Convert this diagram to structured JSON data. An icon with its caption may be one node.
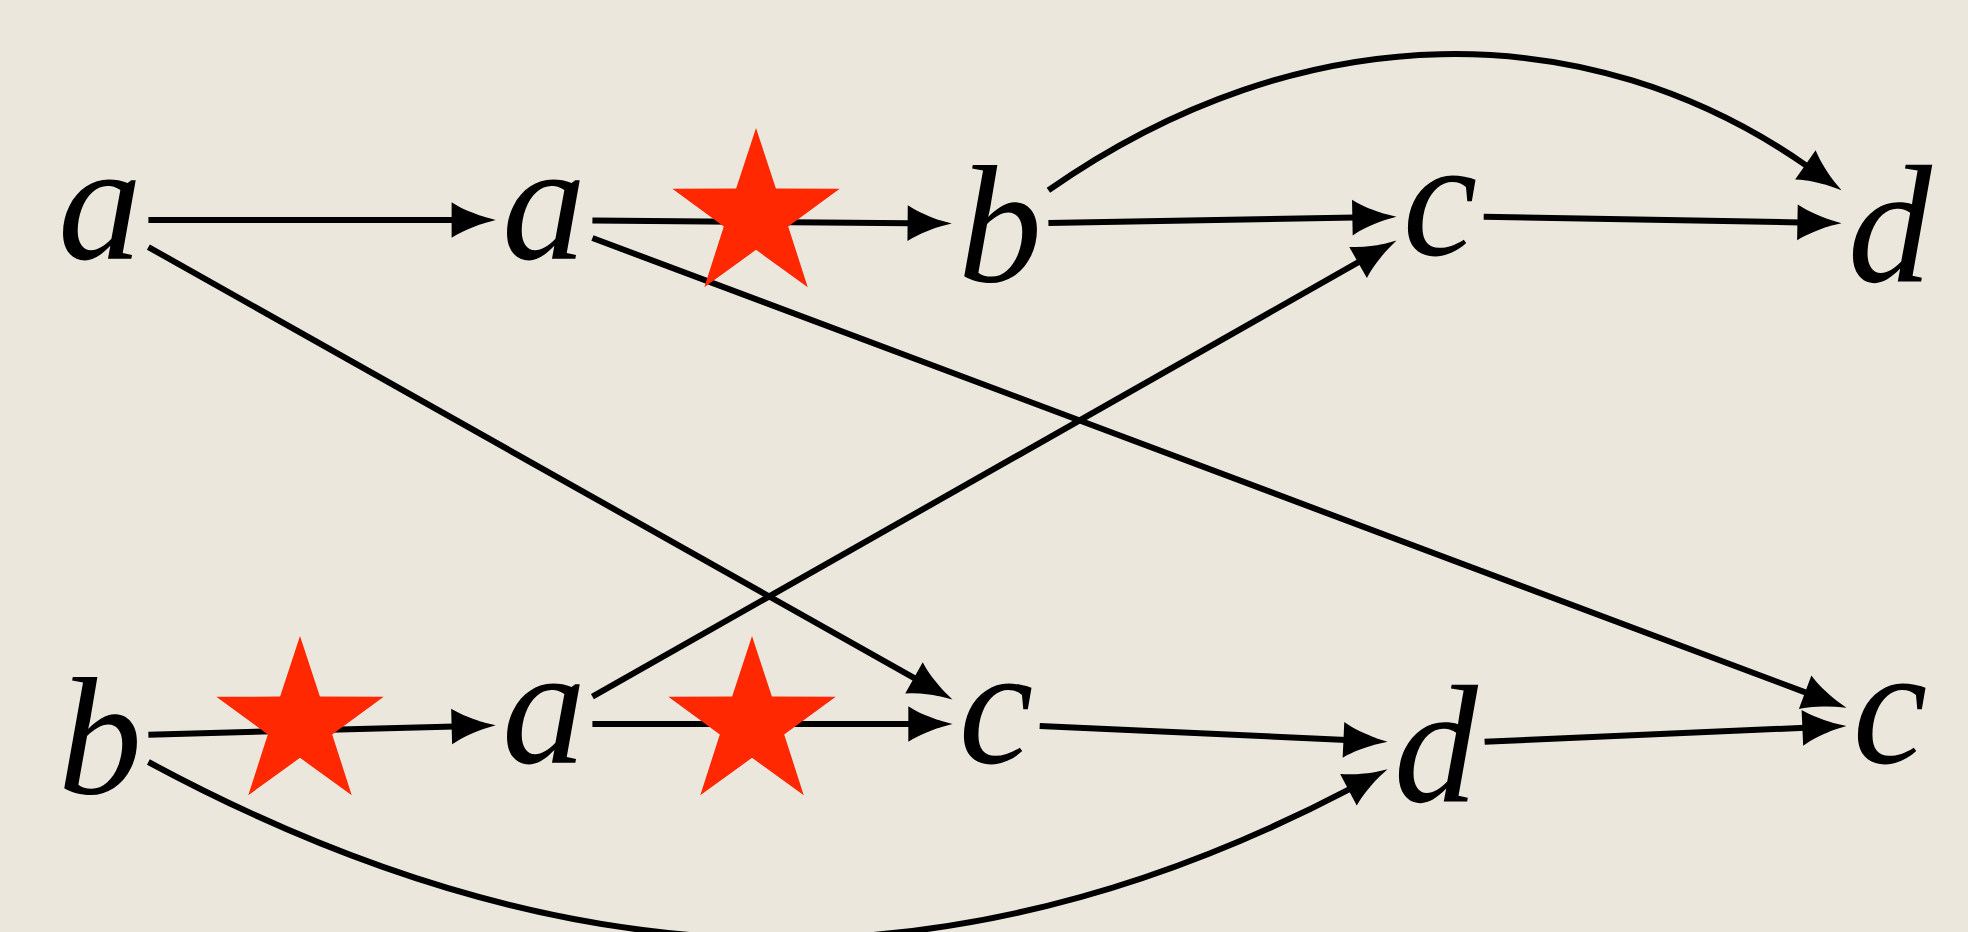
{
  "diagram": {
    "nodes": [
      {
        "text": [
          "*a*"
        ]
      },
      {
        "text": [
          "*a*"
        ]
      },
      {
        "text": [
          "*b*"
        ]
      },
      {
        "text": [
          "*c*"
        ]
      },
      {
        "text": [
          "*d*"
        ]
      },
      {
        "text": [
          "*b*"
        ]
      },
      {
        "text": [
          "*a*"
        ]
      },
      {
        "text": [
          "*c*"
        ]
      },
      {
        "text": [
          "*d*"
        ]
      },
      {
        "text": [
          "*c*"
        ]
      }
    ],
    "edges": [
      {
        "from": 0,
        "to": 1,
        "arrow": "to"
      },
      {
        "from": 1,
        "to": 2,
        "arrow": "to"
      },
      {
        "from": 2,
        "to": 3,
        "arrow": "to"
      },
      {
        "from": 3,
        "to": 4,
        "arrow": "to"
      },
      {
        "from": 2,
        "to": 4,
        "arrow": "to"
      },
      {
        "from": 0,
        "to": 7,
        "arrow": "to"
      },
      {
        "from": 1,
        "to": 9,
        "arrow": "to"
      },
      {
        "from": 5,
        "to": 6,
        "arrow": "to"
      },
      {
        "from": 6,
        "to": 7,
        "arrow": "to"
      },
      {
        "from": 6,
        "to": 3,
        "arrow": "to"
      },
      {
        "from": 7,
        "to": 8,
        "arrow": "to"
      },
      {
        "from": 8,
        "to": 9,
        "arrow": "to"
      },
      {
        "from": 5,
        "to": 8,
        "arrow": "to"
      }
    ]
  }
}
